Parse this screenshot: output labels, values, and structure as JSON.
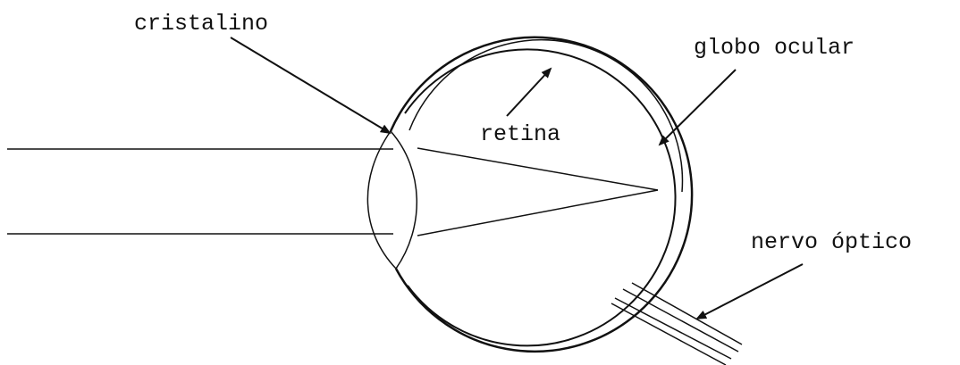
{
  "labels": {
    "cristalino": "cristalino",
    "retina": "retina",
    "globo_ocular": "globo ocular",
    "nervo_optico": "nervo óptico"
  },
  "colors": {
    "ink": "#111111",
    "background": "#ffffff"
  }
}
